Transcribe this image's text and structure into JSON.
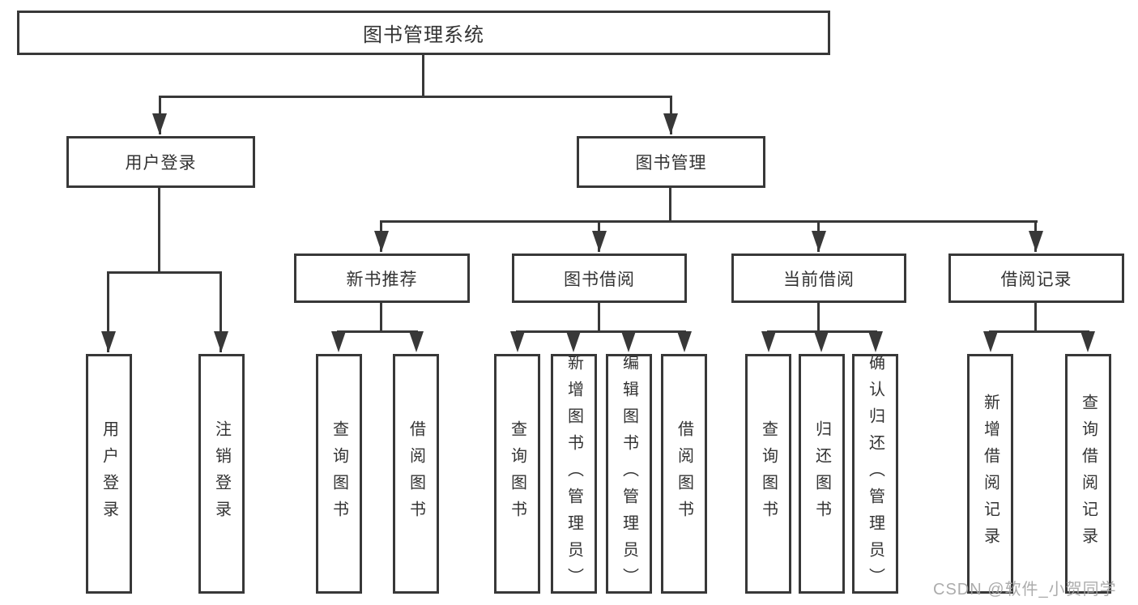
{
  "tree": {
    "root": {
      "label": "图书管理系统"
    },
    "branches": [
      {
        "label": "用户登录",
        "children": [
          "用户登录",
          "注销登录"
        ]
      },
      {
        "label": "图书管理",
        "groups": [
          {
            "label": "新书推荐",
            "children": [
              "查询图书",
              "借阅图书"
            ]
          },
          {
            "label": "图书借阅",
            "children": [
              "查询图书",
              "新增图书（管理员）",
              "编辑图书（管理员）",
              "借阅图书"
            ]
          },
          {
            "label": "当前借阅",
            "children": [
              "查询图书",
              "归还图书",
              "确认归还（管理员）"
            ]
          },
          {
            "label": "借阅记录",
            "children": [
              "新增借阅记录",
              "查询借阅记录"
            ]
          }
        ]
      }
    ]
  },
  "watermark": {
    "text": "CSDN @软件_小贺同学"
  },
  "colors": {
    "line": "#383838",
    "text": "#333333",
    "watermark": "#a3a3a3",
    "background": "#ffffff"
  }
}
